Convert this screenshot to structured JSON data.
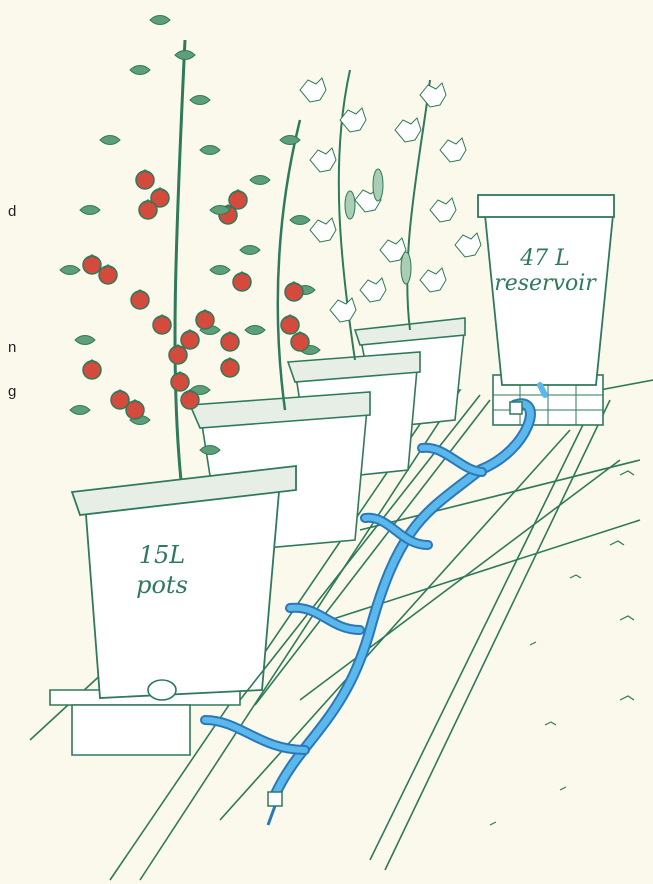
{
  "labels": {
    "pots_line1": "15L",
    "pots_line2": "pots",
    "reservoir_line1": "47 L",
    "reservoir_line2": "reservoir",
    "edge_fragment_1": "d",
    "edge_fragment_2": "n",
    "edge_fragment_3": "g"
  },
  "colors": {
    "background": "#FBF8EC",
    "outline": "#2E7A5A",
    "foliage": "#5E9E78",
    "tomato": "#D44A3C",
    "hose": "#5BB8EC",
    "hose_outline": "#2B78B8",
    "soil": "#E6EEE6"
  },
  "illustration": {
    "pot_count": 4,
    "plants": [
      "tomato-plant",
      "tomato-plant",
      "cucumber-plant",
      "cucumber-plant"
    ],
    "components": [
      "planter-pot",
      "reservoir-tank",
      "watering-hose",
      "hose-valve",
      "paving-path"
    ]
  }
}
